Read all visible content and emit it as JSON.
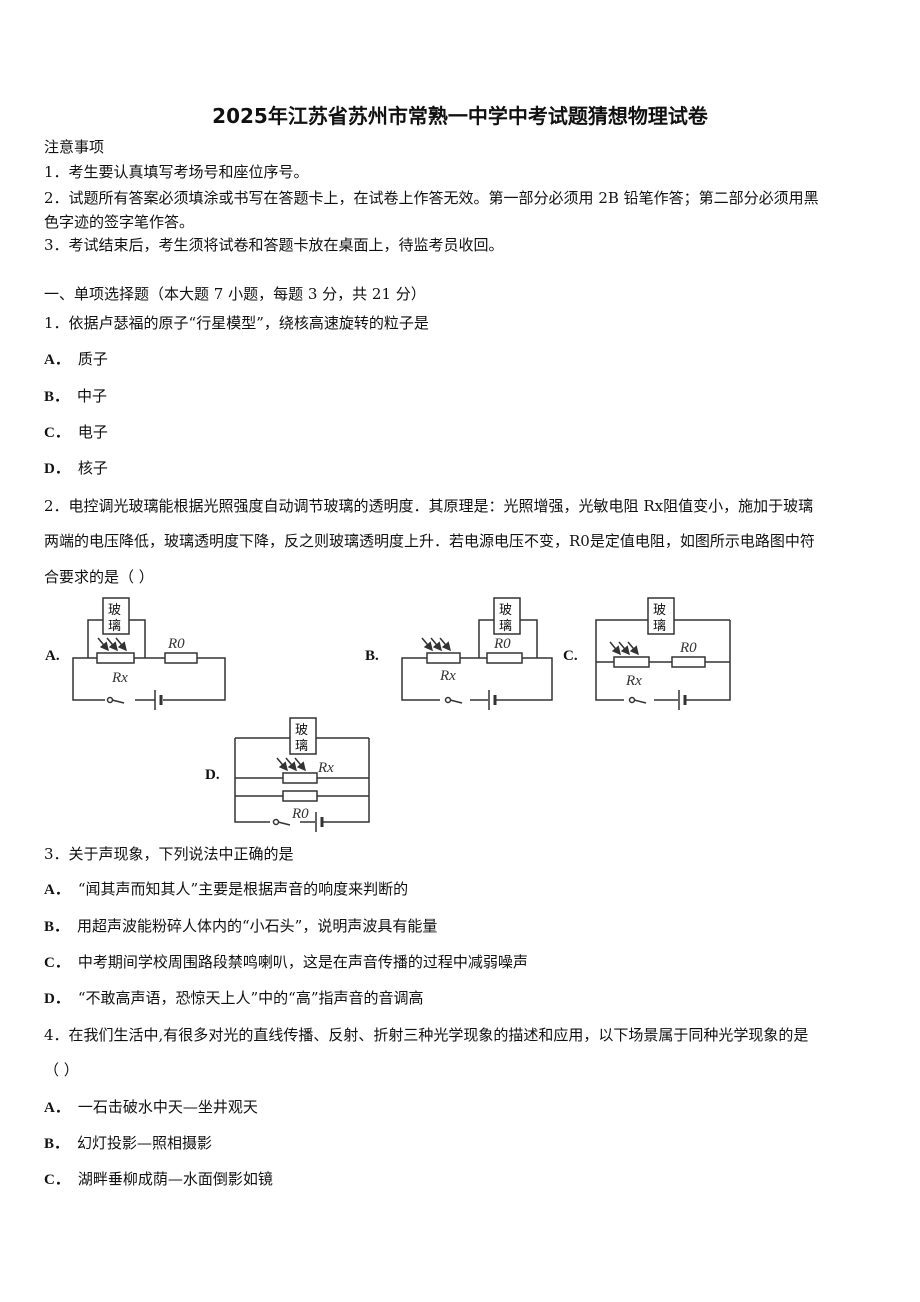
{
  "title": "2025年江苏省苏州市常熟一中学中考试题猜想物理试卷",
  "notice": {
    "heading": "注意事项",
    "items": [
      "1．考生要认真填写考场号和座位序号。",
      "2．试题所有答案必须填涂或书写在答题卡上，在试卷上作答无效。第一部分必须用 2B 铅笔作答；第二部分必须用黑",
      "色字迹的签字笔作答。",
      "3．考试结束后，考生须将试卷和答题卡放在桌面上，待监考员收回。"
    ]
  },
  "section": "一、单项选择题（本大题 7 小题，每题 3 分，共 21 分）",
  "questions": [
    {
      "stem": [
        "1．依据卢瑟福的原子“行星模型”，绕核高速旋转的粒子是"
      ],
      "options": [
        {
          "label": "A．",
          "text": "质子"
        },
        {
          "label": "B．",
          "text": "中子"
        },
        {
          "label": "C．",
          "text": "电子"
        },
        {
          "label": "D．",
          "text": "核子"
        }
      ]
    },
    {
      "stem": [
        "2．电控调光玻璃能根据光照强度自动调节玻璃的透明度．其原理是：光照增强，光敏电阻 Rx阻值变小，施加于玻璃",
        "两端的电压降低，玻璃透明度下降，反之则玻璃透明度上升．若电源电压不变，R0是定值电阻，如图所示电路图中符",
        "合要求的是（  ）"
      ],
      "circuits": {
        "labels": [
          "A.",
          "B.",
          "C.",
          "D."
        ],
        "glass": [
          "玻",
          "璃"
        ],
        "r0": "R0",
        "rx": "Rx"
      }
    },
    {
      "stem": [
        "3．关于声现象，下列说法中正确的是"
      ],
      "options": [
        {
          "label": "A．",
          "text": "“闻其声而知其人”主要是根据声音的响度来判断的"
        },
        {
          "label": "B．",
          "text": "用超声波能粉碎人体内的“小石头”，说明声波具有能量"
        },
        {
          "label": "C．",
          "text": "中考期间学校周围路段禁鸣喇叭，这是在声音传播的过程中减弱噪声"
        },
        {
          "label": "D．",
          "text": "“不敢高声语，恐惊天上人”中的“高”指声音的音调高"
        }
      ]
    },
    {
      "stem": [
        "4．在我们生活中,有很多对光的直线传播、反射、折射三种光学现象的描述和应用，以下场景属于同种光学现象的是",
        "（   ）"
      ],
      "options": [
        {
          "label": "A．",
          "text": "一石击破水中天—坐井观天"
        },
        {
          "label": "B．",
          "text": "幻灯投影—照相摄影"
        },
        {
          "label": "C．",
          "text": "湖畔垂柳成荫—水面倒影如镜"
        }
      ]
    }
  ]
}
